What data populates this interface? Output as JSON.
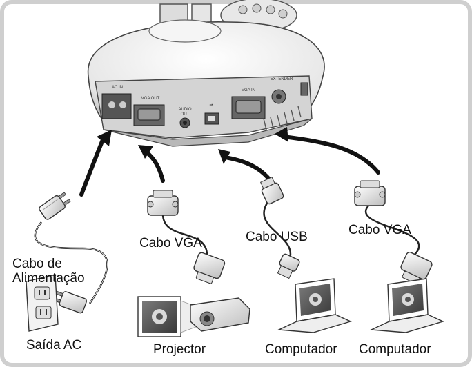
{
  "device": {
    "ports": [
      "AC IN",
      "VGA OUT",
      "AUDIO OUT",
      "VGA IN",
      "EXTENDER"
    ],
    "usb_symbol": "⇌"
  },
  "cables": {
    "power": "Cabo de Alimentação",
    "vga_left": "Cabo VGA",
    "usb": "Cabo USB",
    "vga_right": "Cabo VGA"
  },
  "targets": {
    "outlet": "Saída AC",
    "projector": "Projector",
    "computer_1": "Computador",
    "computer_2": "Computador"
  },
  "colors": {
    "frame": "#cfcfcf",
    "line": "#111111",
    "device": "#eeeeee"
  }
}
